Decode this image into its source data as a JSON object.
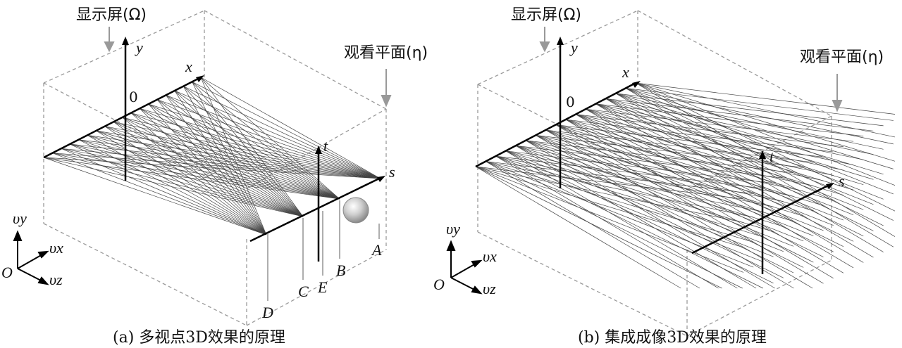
{
  "panel_a": {
    "screen_label": "显示屏(Ω)",
    "viewing_plane_label": "观看平面(η)",
    "axis_x": "x",
    "axis_y": "y",
    "axis_s": "s",
    "axis_t": "t",
    "origin_zero": "0",
    "points": [
      "A",
      "B",
      "C",
      "D",
      "E"
    ],
    "caption": "(a)  多视点3D效果的原理"
  },
  "panel_b": {
    "screen_label": "显示屏(Ω)",
    "viewing_plane_label": "观看平面(η)",
    "axis_x": "x",
    "axis_y": "y",
    "axis_s": "s",
    "axis_t": "t",
    "origin_zero": "0",
    "caption": "(b)  集成成像3D效果的原理"
  },
  "coord_frame": {
    "origin": "O",
    "vx": "υx",
    "vy": "υy",
    "vz": "υz"
  },
  "colors": {
    "ray": "#444444",
    "box_dashed": "#9a9a9a",
    "axis": "#000000",
    "arrow_gray": "#8a8a8a"
  }
}
